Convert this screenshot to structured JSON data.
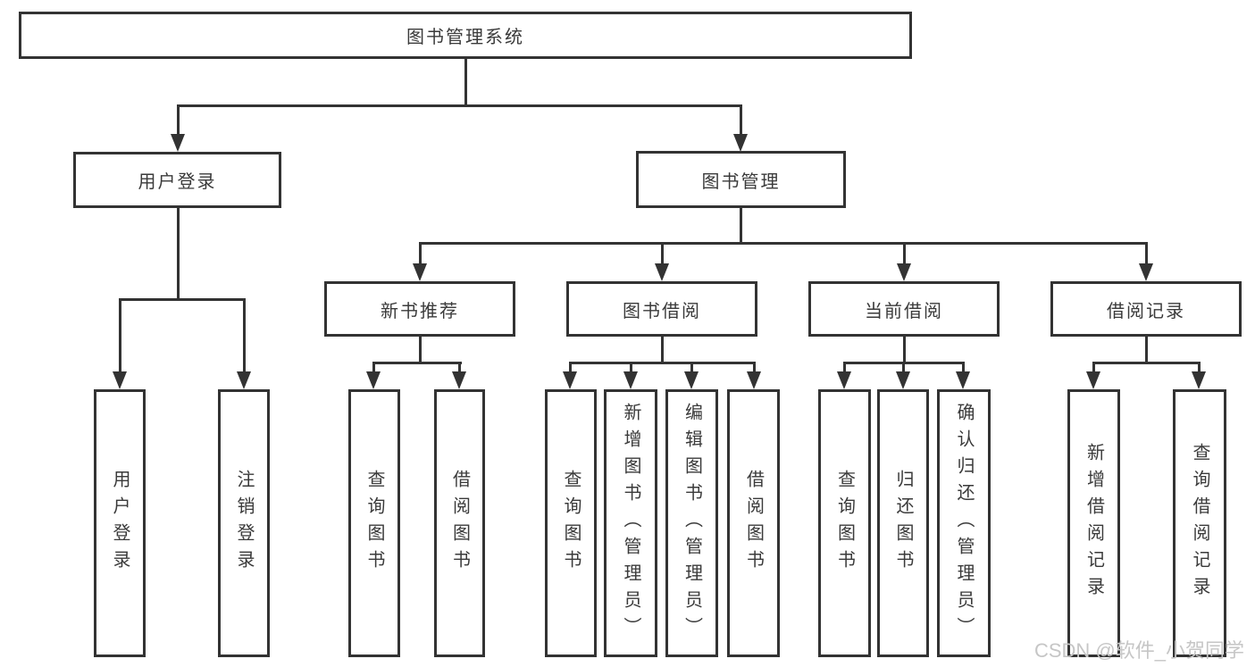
{
  "diagram": {
    "root": {
      "label": "图书管理系统"
    },
    "branches": [
      {
        "label": "用户登录",
        "children": [
          {
            "label": "用户登录"
          },
          {
            "label": "注销登录"
          }
        ]
      },
      {
        "label": "图书管理",
        "children": [
          {
            "label": "新书推荐",
            "children": [
              {
                "label": "查询图书"
              },
              {
                "label": "借阅图书"
              }
            ]
          },
          {
            "label": "图书借阅",
            "children": [
              {
                "label": "查询图书"
              },
              {
                "label": "新增图书（管理员）"
              },
              {
                "label": "编辑图书（管理员）"
              },
              {
                "label": "借阅图书"
              }
            ]
          },
          {
            "label": "当前借阅",
            "children": [
              {
                "label": "查询图书"
              },
              {
                "label": "归还图书"
              },
              {
                "label": "确认归还（管理员）"
              }
            ]
          },
          {
            "label": "借阅记录",
            "children": [
              {
                "label": "新增借阅记录"
              },
              {
                "label": "查询借阅记录"
              }
            ]
          }
        ]
      }
    ]
  },
  "watermark": "CSDN @软件_小贺同学",
  "colors": {
    "line": "#333333",
    "text": "#3a3a3a",
    "watermark": "#c6c6c6",
    "background": "#ffffff"
  }
}
